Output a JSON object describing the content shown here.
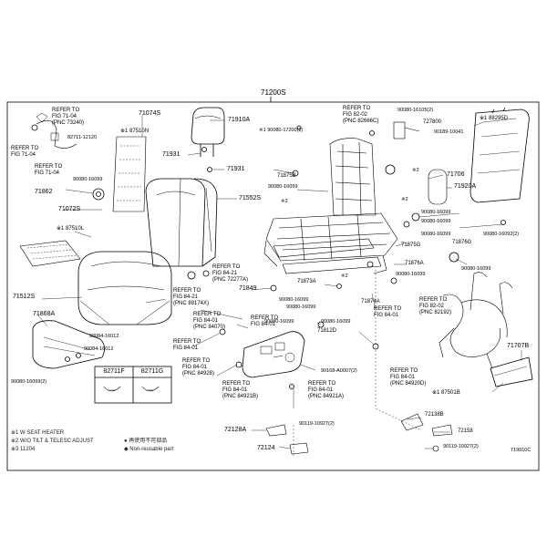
{
  "top_part": "71200S",
  "refs": {
    "r1": [
      "REFER TO",
      "FIG 71-04",
      "(PNC 73240)"
    ],
    "r2": [
      "REFER TO",
      "FIG 71-04"
    ],
    "r3": [
      "REFER TO",
      "FIG 71-04"
    ],
    "r4": [
      "REFER TO",
      "FIG 82-02",
      "(PNC 82666C)"
    ],
    "r5": [
      "REFER TO",
      "FIG 84-21",
      "(PNC 72277A)"
    ],
    "r6": [
      "REFER TO",
      "FIG 84-21",
      "(PNC 89174X)"
    ],
    "r7": [
      "REFER TO",
      "FIG 84-01",
      "(PNC 84070)"
    ],
    "r8": [
      "REFER TO",
      "FIG 84-01"
    ],
    "r9": [
      "REFER TO",
      "FIG 84-01"
    ],
    "r10": [
      "REFER TO",
      "FIG 84-01",
      "(PNC 84928)"
    ],
    "r11": [
      "REFER TO",
      "FIG 84-01"
    ],
    "r12": [
      "REFER TO",
      "FIG 82-02",
      "(PNC 82192)"
    ],
    "r13": [
      "REFER TO",
      "FIG 84-01",
      "(PNC 84920D)"
    ],
    "r14": [
      "REFER TO",
      "FIG 84-01",
      "(PNC 84921B)"
    ],
    "r15": [
      "REFER TO",
      "FIG 84-01",
      "(PNC 84921A)"
    ]
  },
  "parts": {
    "p71074S": "71074S",
    "p87510N": "※1 87510N",
    "p71910A": "71910A",
    "p90080_17200": "※1 90080-17200(2)",
    "p90080_16105": "90080-16105(2)",
    "p727800": "727800",
    "p90189_10041": "90189-10041",
    "p88295D": "※1 88295D",
    "p82711_12120": "82711-12120",
    "p90080_16099_a": "90080-16099",
    "p71862": "71862",
    "p71072S": "71072S",
    "p87510L": "※1 87510L",
    "p71931a": "71931",
    "p71931b": "71931",
    "p71552S": "71552S",
    "p71875B": "71875B",
    "p90080_16099_b": "90080-16099",
    "p71706": "71706",
    "p71920A": "71920A",
    "p90080_16099_c": "90080-16099",
    "p90080_16099_d": "90080-16099",
    "p90080_16099_e": "90080-16099",
    "p90080_16092": "90080-16092(2)",
    "p71875G": "71875G",
    "p71876G": "71876G",
    "p71876A": "71876A",
    "p90080_16099_f": "90080-16099",
    "p90080_16099_g": "90080-16099",
    "p71873A": "71873A",
    "p71512S": "71512S",
    "p71849": "71849",
    "p90080_16099_h": "90080-16099",
    "p90080_16099_i": "90080-16099",
    "p71874A": "71874A",
    "p71868A": "71868A",
    "p90084_16012_a": "90084-16012",
    "p90084_16012_b": "90084-16012",
    "p90080_16099_j": "90080-16099(2)",
    "p71812D": "71812D",
    "p90080_16099_k": "90080-16099",
    "p90080_16099_l": "90080-16099",
    "p90168_A0007": "90168-A0007(2)",
    "p71707B": "71707B",
    "p87501B": "※1 87501B",
    "p72128A": "72128A",
    "p90119_10927a": "90119-10927(2)",
    "p72138B": "72138B",
    "p72158": "72158",
    "p72124": "72124",
    "p90119_10927b": "90119-10927(2)",
    "star1": "※2",
    "star2": "※2",
    "star3": "※2",
    "star4": "※2"
  },
  "box": {
    "col1": "82711F",
    "col2": "82711G"
  },
  "legend": {
    "l1": "※1 W SEAT HEATER",
    "l2": "※2 W/O TILT & TELESC ADJUST",
    "l3": "※3 11204",
    "l4": "● 再使用不可部品",
    "l5": "◆ Non-reusable part"
  },
  "figure_id": "719910C"
}
